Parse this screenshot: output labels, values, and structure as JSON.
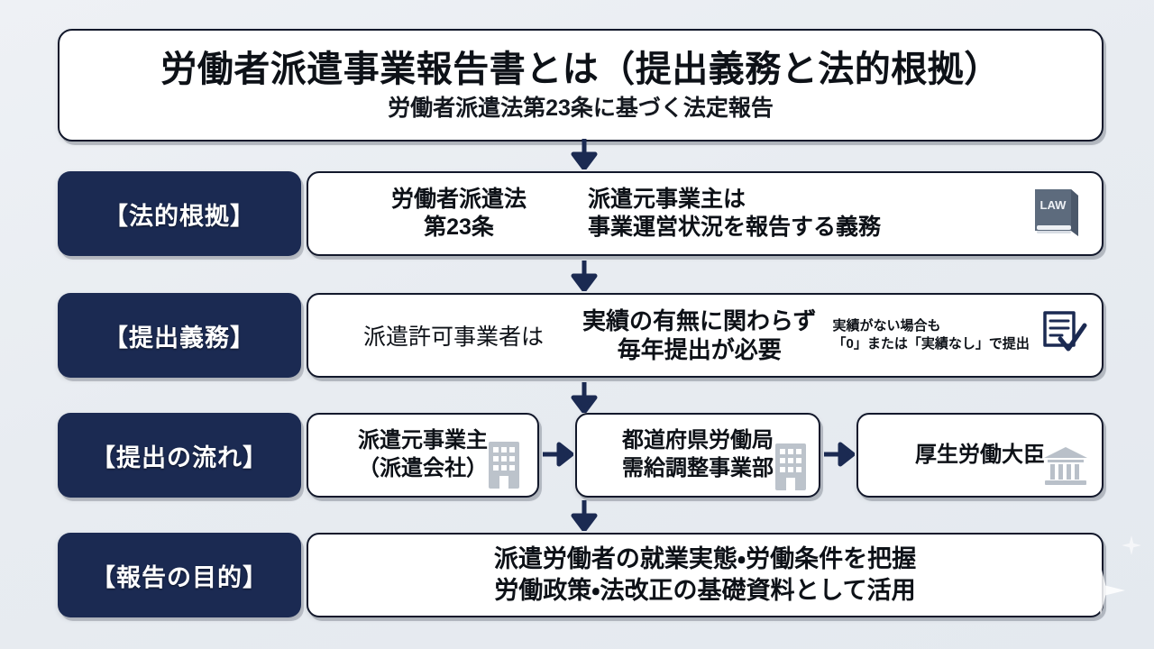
{
  "title": {
    "main": "労働者派遣事業報告書とは（提出義務と法的根拠）",
    "sub": "労働者派遣法第23条に基づく法定報告"
  },
  "rows": [
    {
      "label": "【法的根拠】",
      "left": "労働者派遣法\n第23条",
      "left_line1": "労働者派遣法",
      "left_line2": "第23条",
      "right_line1": "派遣元事業主は",
      "right_line2": "事業運営状況を報告する義務",
      "icon": "law-book-icon",
      "icon_text": "LAW"
    },
    {
      "label": "【提出義務】",
      "left": "派遣許可事業者は",
      "mid_line1": "実績の有無に関わらず",
      "mid_line2": "毎年提出が必要",
      "note_line1": "実績がない場合も",
      "note_line2": "「0」または「実績なし」で提出",
      "icon": "document-check-icon"
    },
    {
      "label": "【提出の流れ】",
      "steps": [
        {
          "line1": "派遣元事業主",
          "line2": "（派遣会社）",
          "icon": "office-building-icon"
        },
        {
          "line1": "都道府県労働局",
          "line2": "需給調整事業部",
          "icon": "office-building-icon"
        },
        {
          "line1": "厚生労働大臣",
          "line2": "",
          "icon": "bank-building-icon"
        }
      ],
      "connector_icon": "arrow-right-icon"
    },
    {
      "label": "【報告の目的】",
      "line1": "派遣労働者の就業実態・労働条件を把握",
      "line2": "労働政策・法改正の基礎資料として活用"
    }
  ],
  "flow_arrows": {
    "down_icon": "arrow-down-icon",
    "count": 4
  },
  "colors": {
    "navy": "#1b2a52",
    "border": "#12182b",
    "background": "#eceff3",
    "card": "#ffffff",
    "icon_gray": "#5d6b7d",
    "icon_light_gray": "#b9c0c9"
  },
  "decor": {
    "sparkle_icon": "sparkle-icon"
  }
}
